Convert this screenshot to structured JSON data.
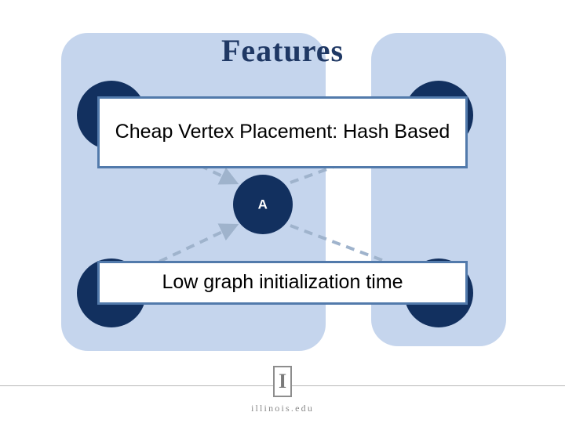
{
  "slide": {
    "title": "Features",
    "title_color": "#1f3864",
    "background_color": "#ffffff"
  },
  "palette": {
    "panel_blue": "#c5d5ed",
    "node_navy": "#12305f",
    "callout_border": "#527aab",
    "callout_fill": "#ffffff",
    "edge_dash": "#9fb3cc",
    "footer_gray": "#8a8a8a"
  },
  "diagram": {
    "panels": [
      {
        "name": "left-graph-panel"
      },
      {
        "name": "right-graph-panel"
      }
    ],
    "nodes": [
      {
        "id": "top-left",
        "label": ""
      },
      {
        "id": "top-right",
        "label": ""
      },
      {
        "id": "middle",
        "label": "A"
      },
      {
        "id": "bottom-left",
        "label": ""
      },
      {
        "id": "bottom-right",
        "label": ""
      }
    ]
  },
  "callouts": [
    {
      "id": "vertex-placement",
      "text": "Cheap Vertex Placement: Hash Based"
    },
    {
      "id": "graph-init-time",
      "text": "Low graph initialization time"
    }
  ],
  "footer": {
    "brand_letter": "I",
    "url": "illinois.edu"
  }
}
